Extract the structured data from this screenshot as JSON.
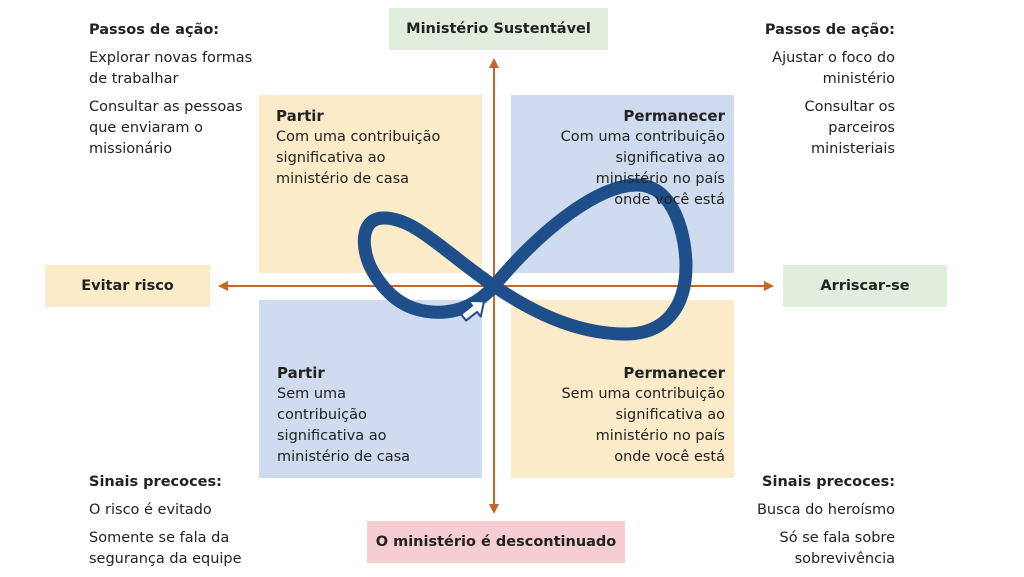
{
  "colors": {
    "yellow_quad": "#fcebc8",
    "blue_quad": "#cfdcef",
    "green_label": "#e1eedd",
    "yellow_label": "#fcebc8",
    "pink_label": "#f6cdd0",
    "axis": "#c4662a",
    "loop": "#1f4f8a"
  },
  "labels": {
    "top": "Ministério Sustentável",
    "bottom": "O ministério é descontinuado",
    "left": "Evitar risco",
    "right": "Arriscar-se"
  },
  "corners": {
    "top_left": {
      "heading": "Passos de ação:",
      "lines": [
        "Explorar novas formas de trabalhar",
        "Consultar as pessoas que enviaram o missionário"
      ]
    },
    "top_right": {
      "heading": "Passos de ação:",
      "lines": [
        "Ajustar o foco do ministério",
        "Consultar os parceiros ministeriais"
      ]
    },
    "bottom_left": {
      "heading": "Sinais precoces:",
      "lines": [
        "O risco é evitado",
        "Somente se fala da segurança da equipe"
      ]
    },
    "bottom_right": {
      "heading": "Sinais precoces:",
      "lines": [
        "Busca do heroísmo",
        "Só se fala sobre sobrevivência"
      ]
    }
  },
  "quadrants": {
    "top_left": {
      "title": "Partir",
      "body": "Com uma contribuição significativa ao ministério de casa"
    },
    "top_right": {
      "title": "Permanecer",
      "body": "Com uma contribuição significativa ao ministério no país onde você está"
    },
    "bottom_left": {
      "title": "Partir",
      "body": "Sem uma contribuição significativa ao ministério de casa"
    },
    "bottom_right": {
      "title": "Permanecer",
      "body": "Sem uma contribuição significativa ao ministério no país onde você está"
    }
  }
}
